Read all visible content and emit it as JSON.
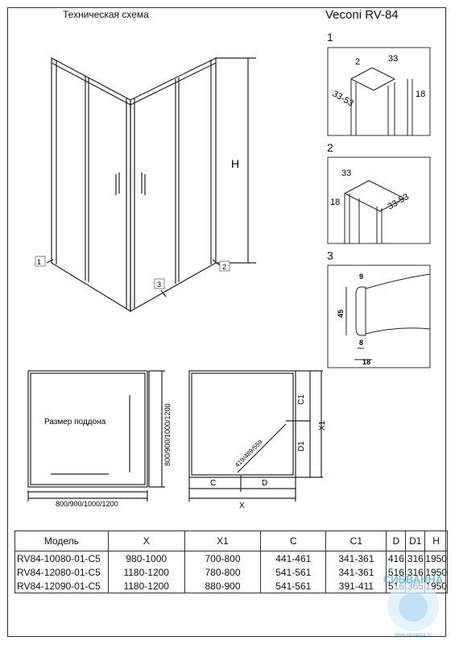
{
  "header": {
    "title": "Техническая схема",
    "model_name": "Veconi RV-84"
  },
  "details": [
    {
      "num": "1",
      "dims": [
        "2",
        "33",
        "33-53",
        "18"
      ]
    },
    {
      "num": "2",
      "dims": [
        "33",
        "18",
        "33-53"
      ]
    },
    {
      "num": "3",
      "dims": [
        "9",
        "45",
        "8",
        "18"
      ]
    }
  ],
  "iso_view": {
    "height_label": "H",
    "markers": [
      "1",
      "2",
      "3"
    ]
  },
  "plan_view": {
    "tray_label": "Размер поддона",
    "width_label": "800/900/1000/1200",
    "depth_label": "800/900/1000/1200"
  },
  "dim_view": {
    "diag_label": "419/489/559",
    "labels": [
      "C1",
      "X1",
      "D1",
      "C",
      "D",
      "X"
    ]
  },
  "table": {
    "headers": [
      "Модель",
      "X",
      "X1",
      "C",
      "C1",
      "D",
      "D1",
      "H"
    ],
    "rows": [
      [
        "RV84-10080-01-C5",
        "980-1000",
        "700-800",
        "441-461",
        "341-361",
        "416",
        "316",
        "1950"
      ],
      [
        "RV84-12080-01-C5",
        "1180-1200",
        "780-800",
        "541-561",
        "341-361",
        "516",
        "316",
        "1950"
      ],
      [
        "RV84-12090-01-C5",
        "1180-1200",
        "880-900",
        "541-561",
        "391-411",
        "516",
        "365",
        "1950"
      ]
    ]
  },
  "watermark": {
    "brand": "СИБВАННА",
    "url": "www.sibvanna.ru"
  }
}
